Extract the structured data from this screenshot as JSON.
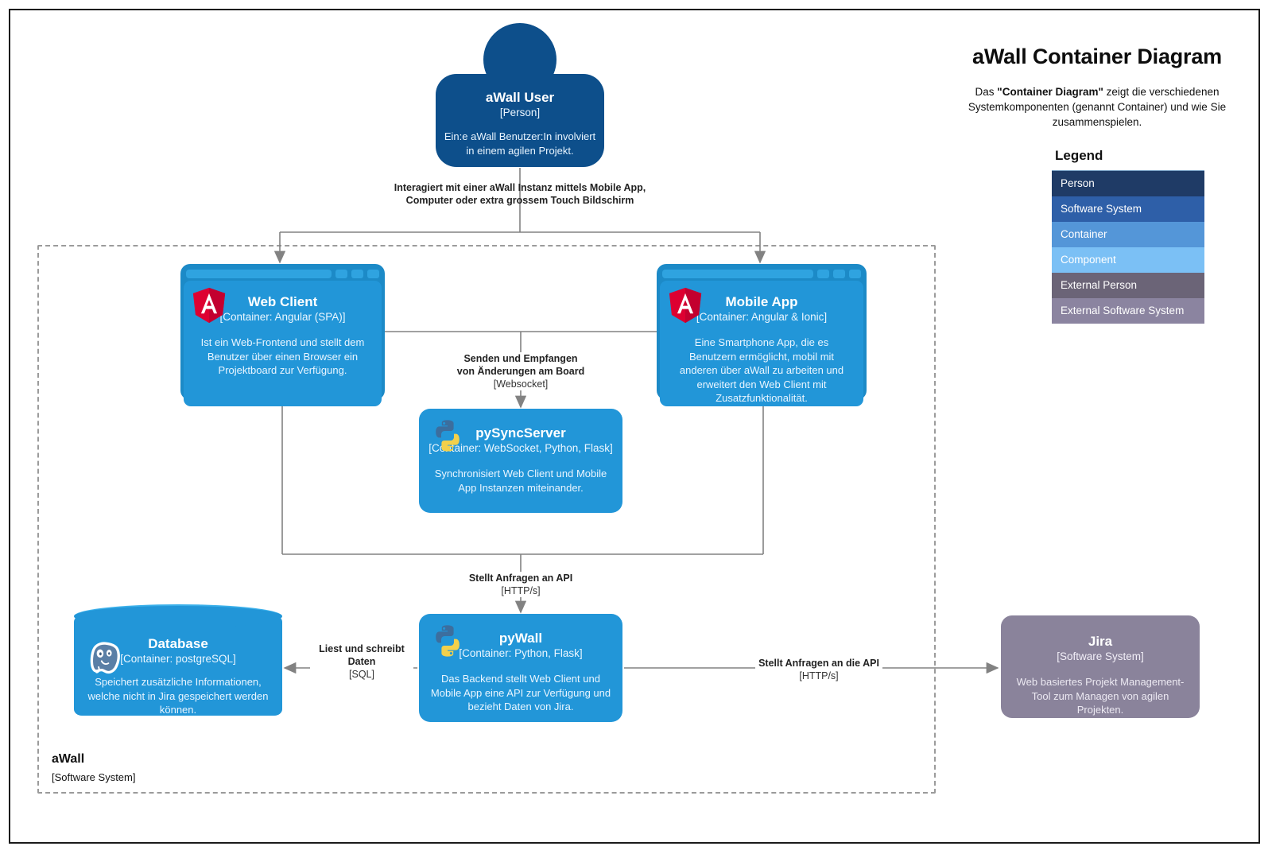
{
  "header": {
    "title": "aWall Container Diagram",
    "subtitle_pre": "Das ",
    "subtitle_bold": "\"Container Diagram\"",
    "subtitle_post": " zeigt die verschiedenen Systemkomponenten (genannt Container) und wie Sie zusammenspielen."
  },
  "legend": {
    "title": "Legend",
    "items": [
      {
        "label": "Person",
        "color": "#1f3b66"
      },
      {
        "label": "Software System",
        "color": "#2e5fa8"
      },
      {
        "label": "Container",
        "color": "#5496d8"
      },
      {
        "label": "Component",
        "color": "#7bc0f5"
      },
      {
        "label": "External Person",
        "color": "#6b6477"
      },
      {
        "label": "External Software System",
        "color": "#8b84a0"
      }
    ]
  },
  "boundary": {
    "name": "aWall",
    "type": "[Software System]"
  },
  "nodes": {
    "person": {
      "name": "aWall User",
      "type": "[Person]",
      "description": "Ein:e aWall Benutzer:In involviert in einem agilen Projekt.",
      "color": "#0d4f8b"
    },
    "web_client": {
      "name": "Web Client",
      "type": "[Container: Angular (SPA)]",
      "description": "Ist ein Web-Frontend und stellt dem Benutzer über einen Browser ein Projektboard zur Verfügung.",
      "logo": "angular-logo",
      "color": "#2296d8"
    },
    "mobile_app": {
      "name": "Mobile App",
      "type": "[Container: Angular & Ionic]",
      "description": "Eine Smartphone App, die es Benutzern ermöglicht, mobil mit anderen über aWall zu arbeiten und erweitert den Web Client mit Zusatzfunktionalität.",
      "logo": "angular-logo",
      "color": "#2296d8"
    },
    "pysyncserver": {
      "name": "pySyncServer",
      "type": "[Container: WebSocket, Python, Flask]",
      "description": "Synchronisiert Web Client und Mobile App Instanzen miteinander.",
      "logo": "python-logo",
      "color": "#2296d8"
    },
    "pywall": {
      "name": "pyWall",
      "type": "[Container: Python, Flask]",
      "description": "Das Backend stellt Web Client und Mobile App eine API zur Verfügung und bezieht Daten von Jira.",
      "logo": "python-logo",
      "color": "#2296d8"
    },
    "database": {
      "name": "Database",
      "type": "[Container: postgreSQL]",
      "description": "Speichert zusätzliche Informationen, welche nicht in Jira gespeichert werden können.",
      "logo": "postgresql-logo",
      "color": "#2296d8"
    },
    "jira": {
      "name": "Jira",
      "type": "[Software System]",
      "description": "Web basiertes Projekt Management-Tool zum Managen von agilen Projekten.",
      "color": "#8a839b"
    }
  },
  "edges": {
    "user_to_clients": {
      "label": "Interagiert mit einer aWall Instanz mittels Mobile App, Computer oder extra grossem Touch Bildschirm",
      "tech": ""
    },
    "clients_to_sync": {
      "label_line1": "Senden und Empfangen",
      "label_line2": "von Änderungen am Board",
      "tech": "[Websocket]"
    },
    "clients_to_pywall": {
      "label": "Stellt Anfragen an API",
      "tech": "[HTTP/s]"
    },
    "pywall_to_db": {
      "label_line1": "Liest und schreibt",
      "label_line2": "Daten",
      "tech": "[SQL]"
    },
    "pywall_to_jira": {
      "label": "Stellt Anfragen an die API",
      "tech": "[HTTP/s]"
    }
  }
}
